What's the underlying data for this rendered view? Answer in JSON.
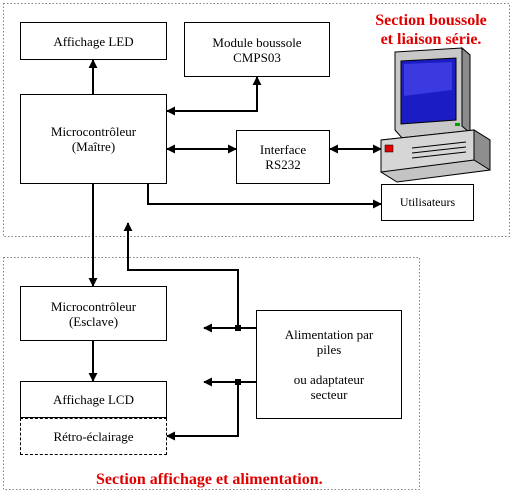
{
  "section_titles": {
    "top_line1": "Section boussole",
    "top_line2": "et liaison série.",
    "bottom": "Section affichage et alimentation."
  },
  "boxes": {
    "affichage_led": "Affichage LED",
    "module_boussole_line1": "Module boussole",
    "module_boussole_line2": "CMPS03",
    "micro_maitre_line1": "Microcontrôleur",
    "micro_maitre_line2": "(Maître)",
    "interface_line1": "Interface",
    "interface_line2": "RS232",
    "utilisateurs": "Utilisateurs",
    "micro_esclave_line1": "Microcontrôleur",
    "micro_esclave_line2": "(Esclave)",
    "affichage_lcd": "Affichage LCD",
    "retro_eclairage": "Rétro-éclairage",
    "alimentation_line1": "Alimentation par",
    "alimentation_line2": "piles",
    "alimentation_line3": "ou adaptateur",
    "alimentation_line4": "secteur"
  },
  "colors": {
    "title_red": "#e00000",
    "line": "#000000",
    "section_border": "#808080"
  },
  "computer_icon": "desktop-computer-icon"
}
